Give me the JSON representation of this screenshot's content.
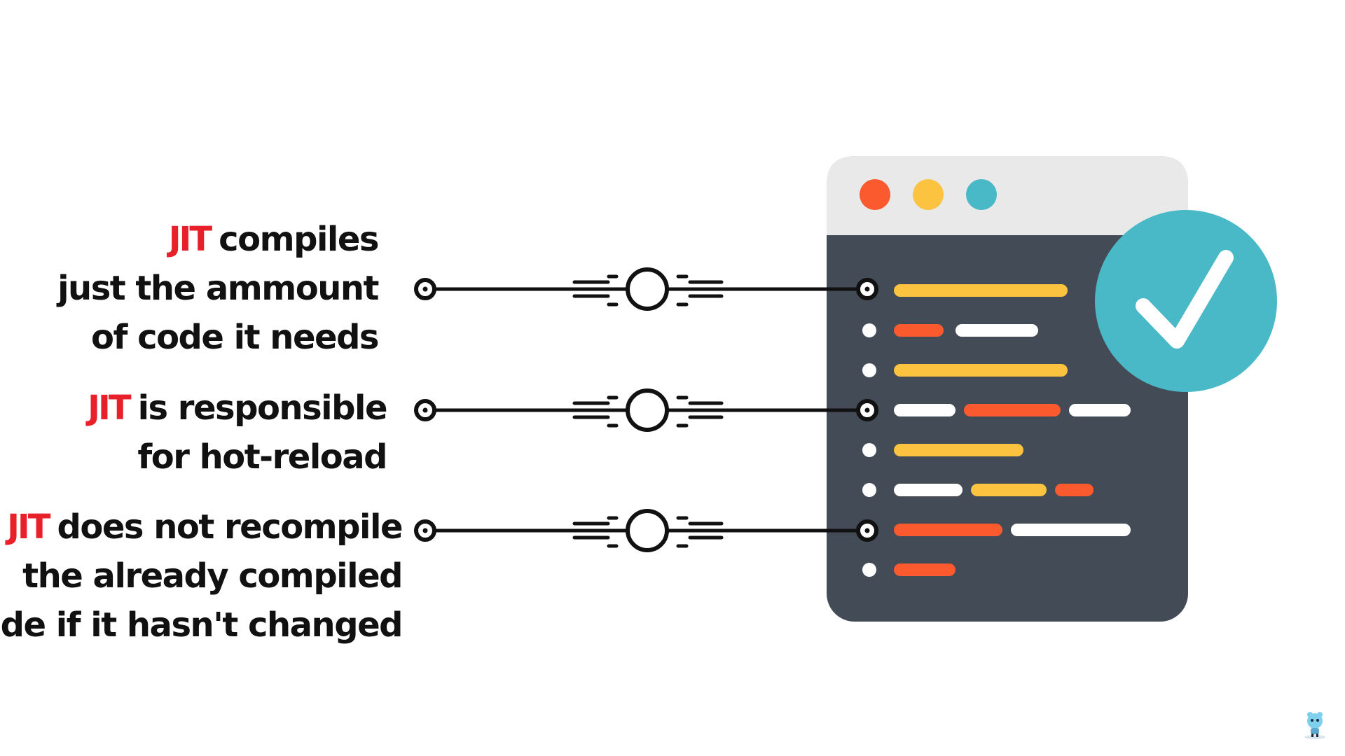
{
  "captions": [
    {
      "keyword": "JIT",
      "lines": [
        "compiles",
        "just the ammount",
        "of code it needs"
      ]
    },
    {
      "keyword": "JIT",
      "lines": [
        "is responsible",
        "for hot-reload"
      ]
    },
    {
      "keyword": "JIT",
      "lines": [
        "does not recompile",
        "the already compiled",
        "code if it hasn't changed"
      ]
    }
  ],
  "colors": {
    "keyword": "#e8202a",
    "text": "#111111",
    "window_titlebar": "#e9e9e9",
    "window_body": "#434b56",
    "dot_red": "#fa5a2e",
    "dot_yellow": "#fbc33f",
    "dot_teal": "#49b8c7",
    "code_yellow": "#fbc33f",
    "code_orange": "#fa5a2e",
    "code_white": "#ffffff",
    "check_badge": "#49b8c7"
  },
  "icons": {
    "connector": "speed-circle-connector-icon",
    "badge": "checkmark-badge-icon",
    "watermark": "mascot-logo-icon"
  }
}
